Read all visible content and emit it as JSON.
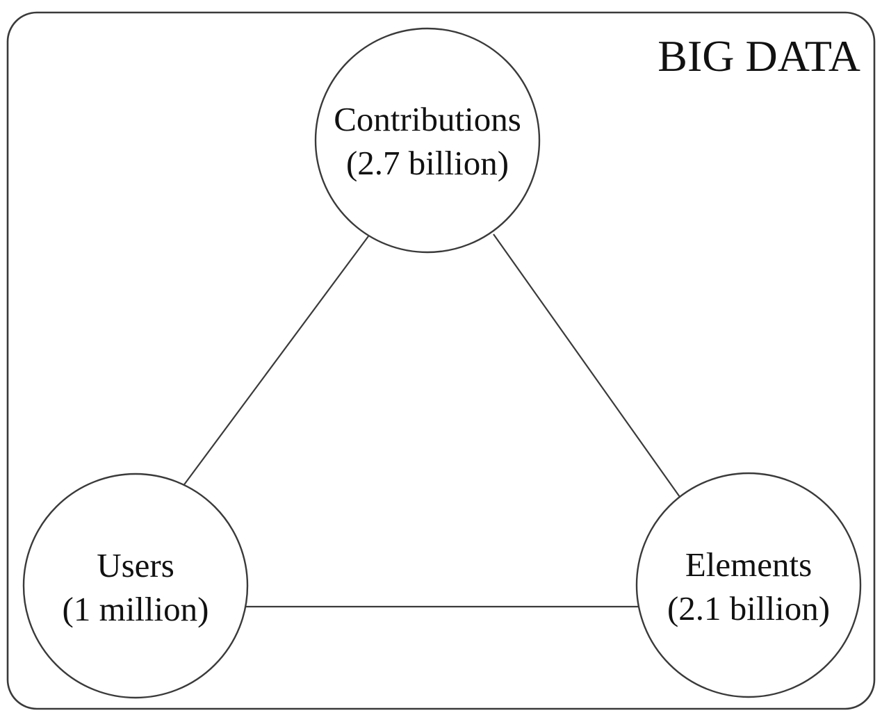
{
  "diagram": {
    "title": "BIG DATA",
    "nodes": [
      {
        "id": "contributions",
        "label": "Contributions",
        "value": "(2.7 billion)"
      },
      {
        "id": "users",
        "label": "Users",
        "value": "(1 million)"
      },
      {
        "id": "elements",
        "label": "Elements",
        "value": "(2.1 billion)"
      }
    ],
    "edges": [
      {
        "from": "contributions",
        "to": "users"
      },
      {
        "from": "contributions",
        "to": "elements"
      },
      {
        "from": "users",
        "to": "elements"
      }
    ],
    "colors": {
      "stroke": "#3a3a3a",
      "text": "#111111",
      "background": "#ffffff"
    }
  }
}
